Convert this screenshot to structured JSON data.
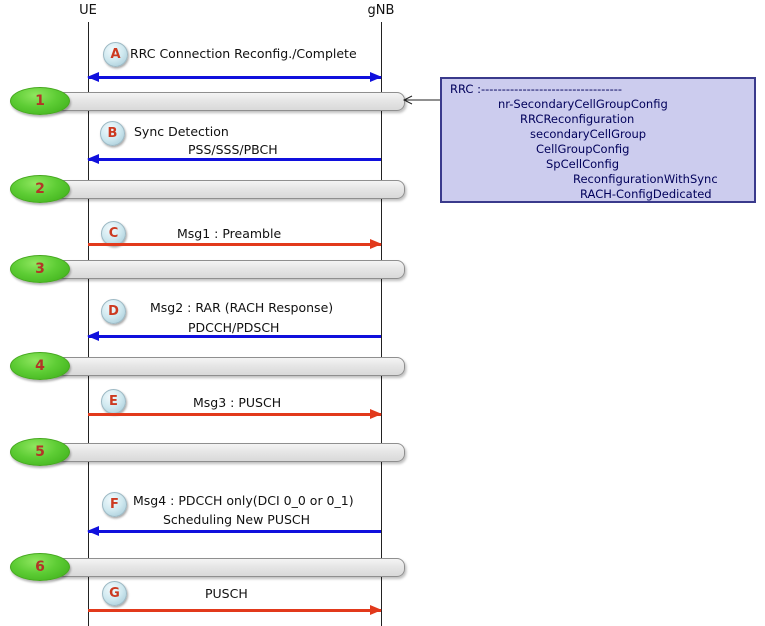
{
  "actors": {
    "left": "UE",
    "right": "gNB"
  },
  "steps": [
    {
      "num": "1"
    },
    {
      "num": "2"
    },
    {
      "num": "3"
    },
    {
      "num": "4"
    },
    {
      "num": "5"
    },
    {
      "num": "6"
    }
  ],
  "messages": {
    "A": {
      "badge": "A",
      "line1": "RRC Connection Reconfig./Complete",
      "direction": "both",
      "arrow_color": "blue"
    },
    "B": {
      "badge": "B",
      "line1": "Sync Detection",
      "line2": "PSS/SSS/PBCH",
      "direction": "to-ue",
      "arrow_color": "blue"
    },
    "C": {
      "badge": "C",
      "line1": "Msg1 : Preamble",
      "direction": "to-gnb",
      "arrow_color": "red"
    },
    "D": {
      "badge": "D",
      "line1": "Msg2 : RAR (RACH Response)",
      "line2": "PDCCH/PDSCH",
      "direction": "to-ue",
      "arrow_color": "blue"
    },
    "E": {
      "badge": "E",
      "line1": "Msg3 : PUSCH",
      "direction": "to-gnb",
      "arrow_color": "red"
    },
    "F": {
      "badge": "F",
      "line1": "Msg4 : PDCCH only(DCI 0_0 or 0_1)",
      "line2": "Scheduling New PUSCH",
      "direction": "to-ue",
      "arrow_color": "blue"
    },
    "G": {
      "badge": "G",
      "line1": "PUSCH",
      "direction": "to-gnb",
      "arrow_color": "red"
    }
  },
  "note": {
    "lines": [
      "RRC :----------------------------------",
      "nr-SecondaryCellGroupConfig",
      "RRCReconfiguration",
      "secondaryCellGroup",
      "CellGroupConfig",
      "SpCellConfig",
      "ReconfigurationWithSync",
      "RACH-ConfigDedicated"
    ]
  },
  "colors": {
    "arrow_blue": "#1010dd",
    "arrow_red": "#e2391b",
    "note_bg": "#ccccee",
    "note_border": "#3a3a8c",
    "note_text": "#00005a",
    "step_green": "#4cbd26",
    "step_number": "#b33527",
    "badge_fill": "#cfe8ef",
    "badge_letter": "#cc3a20",
    "lifeline": "#222222"
  }
}
